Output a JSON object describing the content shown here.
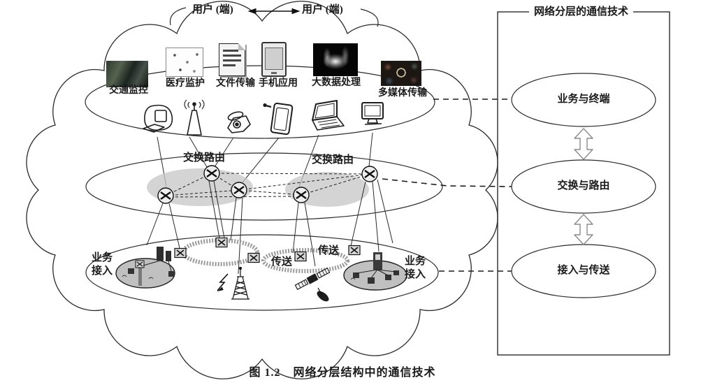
{
  "figure": {
    "number": "图 1.2",
    "title": "网络分层结构中的通信技术"
  },
  "users": {
    "left": "用户 (端)",
    "right": "用户 (端)",
    "link_icon": "double-arrow-icon"
  },
  "applications": [
    {
      "label": "交通监控",
      "icon": "traffic-photo"
    },
    {
      "label": "医疗监护",
      "icon": "medical-photo"
    },
    {
      "label": "文件传输",
      "icon": "document-icon"
    },
    {
      "label": "手机应用",
      "icon": "smartphone-icon"
    },
    {
      "label": "大数据处理",
      "icon": "bigdata-photo"
    },
    {
      "label": "多媒体传输",
      "icon": "multimedia-photo"
    }
  ],
  "terminal_icons": [
    "desktop-computer-icon",
    "base-station-antenna-icon",
    "telephone-icon",
    "tablet-phone-icon",
    "laptop-icon",
    "monitor-icon"
  ],
  "switching_layer": {
    "label_left": "交换路由",
    "label_right": "交换路由",
    "node_icon": "router-icon"
  },
  "access_layer": {
    "service_access_left": [
      "业务",
      "接入"
    ],
    "service_access_right": [
      "业务",
      "接入"
    ],
    "transport_left": "传送",
    "transport_right": "传送",
    "node_icon": "crossconnect-node-icon",
    "extra_icons": [
      "radio-tower-icon",
      "lightning-icon",
      "satellite-icon",
      "satellite-dish-icon"
    ]
  },
  "right_panel": {
    "title": "网络分层的通信技术",
    "layers": [
      {
        "label": "业务与终端"
      },
      {
        "label": "交换与路由"
      },
      {
        "label": "接入与传送"
      }
    ],
    "connector_icon": "hollow-double-arrow-icon"
  },
  "colors": {
    "line": "#2a2a2a",
    "shade_gray": "#c6c6c6",
    "ring_gray": "#9a9a9a",
    "background": "#ffffff"
  }
}
